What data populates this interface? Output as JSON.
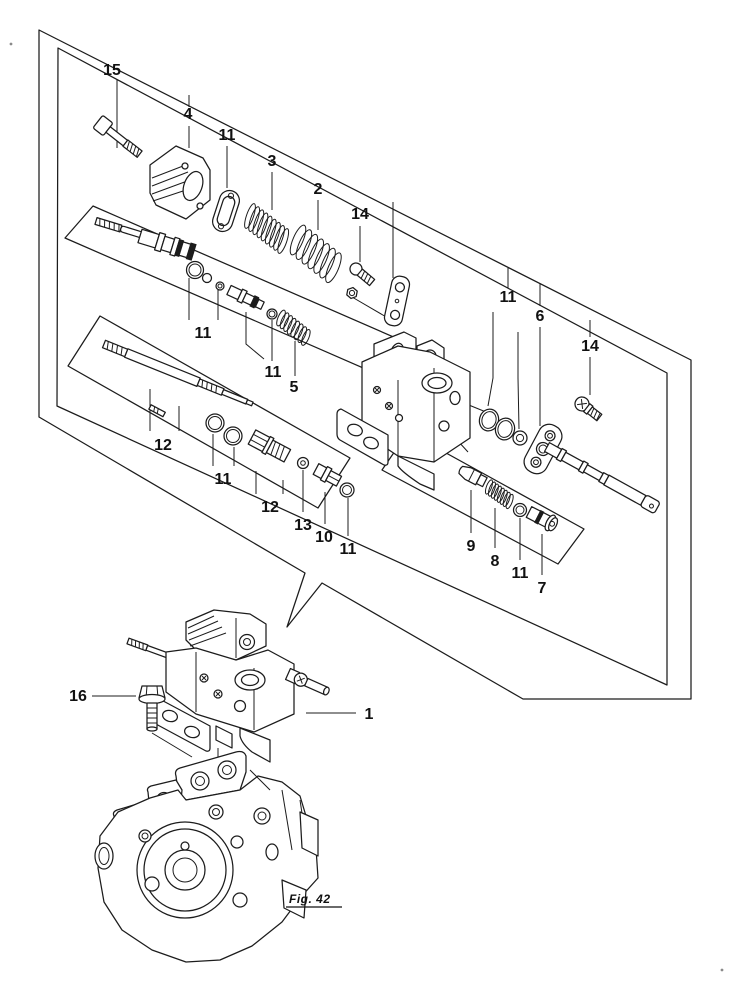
{
  "figure": {
    "ref_label": "Fig. 42"
  },
  "callouts": {
    "c15": "15",
    "c4": "4",
    "c11a": "11",
    "c3": "3",
    "c2": "2",
    "c14a": "14",
    "c11b": "11",
    "c6": "6",
    "c14b": "14",
    "c11c": "11",
    "c11d": "11",
    "c5": "5",
    "c12a": "12",
    "c11e": "11",
    "c12b": "12",
    "c13": "13",
    "c10": "10",
    "c11g": "11",
    "c9": "9",
    "c8": "8",
    "c11h": "11",
    "c7": "7",
    "c16": "16",
    "c1": "1"
  }
}
